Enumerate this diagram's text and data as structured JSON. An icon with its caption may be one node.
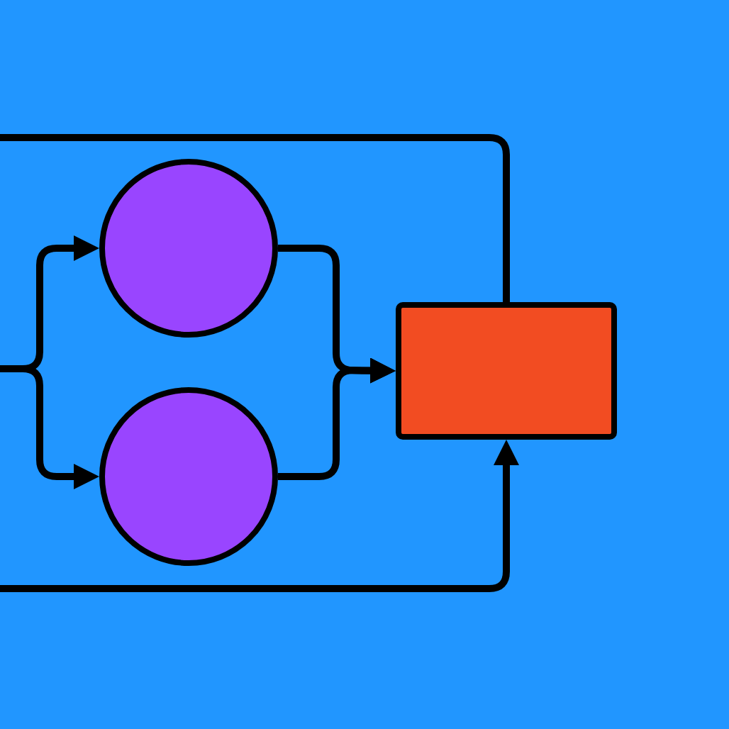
{
  "diagram": {
    "nodes": [
      {
        "text": [],
        "shape": "circle"
      },
      {
        "text": [],
        "shape": "circle"
      },
      {
        "text": [],
        "shape": "box"
      }
    ],
    "edges": [
      {
        "from": null,
        "to": 0,
        "arrow": "to"
      },
      {
        "from": null,
        "to": 1,
        "arrow": "to"
      },
      {
        "from": 0,
        "to": 2,
        "arrow": "to"
      },
      {
        "from": 1,
        "to": 2,
        "arrow": "to"
      },
      {
        "from": null,
        "to": 2,
        "arrow": "none"
      },
      {
        "from": null,
        "to": 2,
        "arrow": "to"
      }
    ]
  }
}
